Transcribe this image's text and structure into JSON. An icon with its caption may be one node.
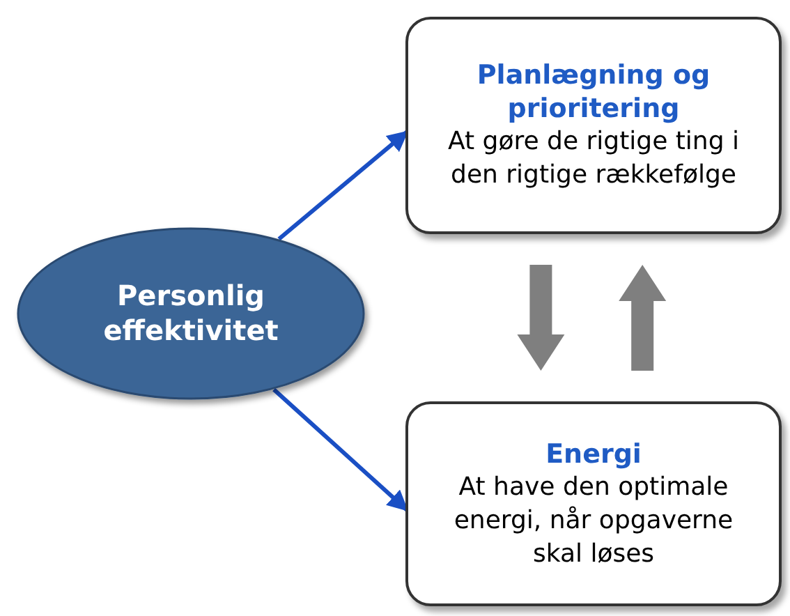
{
  "diagram": {
    "nodes": [
      {
        "text": [
          "Personlig effektivitet"
        ]
      },
      {
        "text": [
          "Planlægning og prioritering",
          "At gøre de rigtige ting i den rigtige rækkefølge"
        ]
      },
      {
        "text": [
          "Energi",
          "At have den optimale energi, når opgaverne skal løses"
        ]
      }
    ],
    "edges": [
      {
        "from": 0,
        "to": 1,
        "arrow": "to",
        "color": "#1a4fc4"
      },
      {
        "from": 0,
        "to": 2,
        "arrow": "to",
        "color": "#1a4fc4"
      },
      {
        "from": 1,
        "to": 2,
        "arrow": "to",
        "style": "thick",
        "color": "#7f7f7f"
      },
      {
        "from": 2,
        "to": 1,
        "arrow": "to",
        "style": "thick",
        "color": "#7f7f7f"
      }
    ]
  }
}
